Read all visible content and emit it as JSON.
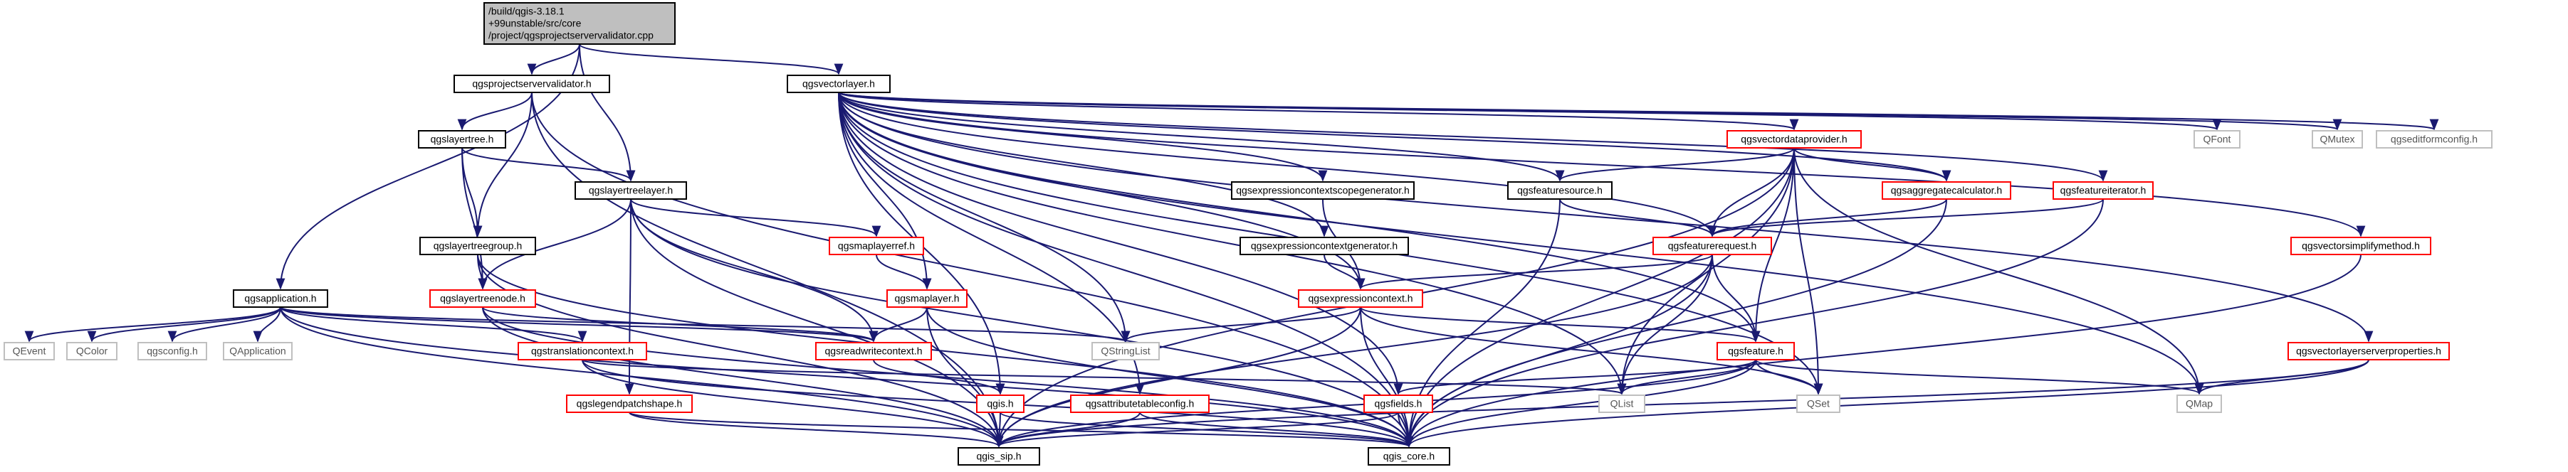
{
  "nodes": [
    {
      "id": "root",
      "lines": [
        "/build/qgis-3.18.1",
        "+99unstable/src/core",
        "/project/qgsprojectservervalidator.cpp"
      ],
      "style": "root"
    },
    {
      "id": "psv",
      "lines": [
        "qgsprojectservervalidator.h"
      ],
      "style": "black"
    },
    {
      "id": "vl",
      "lines": [
        "qgsvectorlayer.h"
      ],
      "style": "black"
    },
    {
      "id": "app",
      "lines": [
        "qgsapplication.h"
      ],
      "style": "black"
    },
    {
      "id": "lt",
      "lines": [
        "qgslayertree.h"
      ],
      "style": "black"
    },
    {
      "id": "ltl",
      "lines": [
        "qgslayertreelayer.h"
      ],
      "style": "black"
    },
    {
      "id": "ltg",
      "lines": [
        "qgslayertreegroup.h"
      ],
      "style": "black"
    },
    {
      "id": "ltn",
      "lines": [
        "qgslayertreenode.h"
      ],
      "style": "red"
    },
    {
      "id": "mlr",
      "lines": [
        "qgsmaplayerref.h"
      ],
      "style": "red"
    },
    {
      "id": "ml",
      "lines": [
        "qgsmaplayer.h"
      ],
      "style": "red"
    },
    {
      "id": "rwc",
      "lines": [
        "qgsreadwritecontext.h"
      ],
      "style": "red"
    },
    {
      "id": "tc",
      "lines": [
        "qgstranslationcontext.h"
      ],
      "style": "red"
    },
    {
      "id": "lps",
      "lines": [
        "qgslegendpatchshape.h"
      ],
      "style": "red"
    },
    {
      "id": "qgish",
      "lines": [
        "qgis.h"
      ],
      "style": "red"
    },
    {
      "id": "atc",
      "lines": [
        "qgsattributetableconfig.h"
      ],
      "style": "red"
    },
    {
      "id": "fields",
      "lines": [
        "qgsfields.h"
      ],
      "style": "red"
    },
    {
      "id": "sip",
      "lines": [
        "qgis_sip.h"
      ],
      "style": "black"
    },
    {
      "id": "core",
      "lines": [
        "qgis_core.h"
      ],
      "style": "black"
    },
    {
      "id": "qevent",
      "lines": [
        "QEvent"
      ],
      "style": "gray"
    },
    {
      "id": "qcolor",
      "lines": [
        "QColor"
      ],
      "style": "gray"
    },
    {
      "id": "qgsconfig",
      "lines": [
        "qgsconfig.h"
      ],
      "style": "gray"
    },
    {
      "id": "qapplication",
      "lines": [
        "QApplication"
      ],
      "style": "gray"
    },
    {
      "id": "qstringlist",
      "lines": [
        "QStringList"
      ],
      "style": "gray"
    },
    {
      "id": "vdp",
      "lines": [
        "qgsvectordataprovider.h"
      ],
      "style": "red"
    },
    {
      "id": "ecsg",
      "lines": [
        "qgsexpressioncontextscopegenerator.h"
      ],
      "style": "black"
    },
    {
      "id": "ecg",
      "lines": [
        "qgsexpressioncontextgenerator.h"
      ],
      "style": "black"
    },
    {
      "id": "fs",
      "lines": [
        "qgsfeaturesource.h"
      ],
      "style": "black"
    },
    {
      "id": "ec",
      "lines": [
        "qgsexpressioncontext.h"
      ],
      "style": "red"
    },
    {
      "id": "fr",
      "lines": [
        "qgsfeaturerequest.h"
      ],
      "style": "red"
    },
    {
      "id": "ac",
      "lines": [
        "qgsaggregatecalculator.h"
      ],
      "style": "red"
    },
    {
      "id": "fi",
      "lines": [
        "qgsfeatureiterator.h"
      ],
      "style": "red"
    },
    {
      "id": "feat",
      "lines": [
        "qgsfeature.h"
      ],
      "style": "red"
    },
    {
      "id": "qlist",
      "lines": [
        "QList"
      ],
      "style": "gray"
    },
    {
      "id": "qset",
      "lines": [
        "QSet"
      ],
      "style": "gray"
    },
    {
      "id": "qmap",
      "lines": [
        "QMap"
      ],
      "style": "gray"
    },
    {
      "id": "qfont",
      "lines": [
        "QFont"
      ],
      "style": "gray"
    },
    {
      "id": "qmutex",
      "lines": [
        "QMutex"
      ],
      "style": "gray"
    },
    {
      "id": "efc",
      "lines": [
        "qgseditformconfig.h"
      ],
      "style": "gray"
    },
    {
      "id": "vsm",
      "lines": [
        "qgsvectorsimplifymethod.h"
      ],
      "style": "red"
    },
    {
      "id": "vlsp",
      "lines": [
        "qgsvectorlayerserverproperties.h"
      ],
      "style": "red"
    }
  ],
  "edges": [
    [
      "root",
      "psv"
    ],
    [
      "root",
      "vl"
    ],
    [
      "root",
      "app"
    ],
    [
      "root",
      "ltl"
    ],
    [
      "psv",
      "lt"
    ],
    [
      "psv",
      "ltg"
    ],
    [
      "psv",
      "sip"
    ],
    [
      "psv",
      "core"
    ],
    [
      "lt",
      "ltl"
    ],
    [
      "lt",
      "ltg"
    ],
    [
      "lt",
      "ltn"
    ],
    [
      "ltl",
      "ltn"
    ],
    [
      "ltl",
      "mlr"
    ],
    [
      "ltl",
      "rwc"
    ],
    [
      "ltl",
      "sip"
    ],
    [
      "ltl",
      "core"
    ],
    [
      "ltl",
      "lps"
    ],
    [
      "ltg",
      "ltn"
    ],
    [
      "ltg",
      "sip"
    ],
    [
      "ltg",
      "core"
    ],
    [
      "ltn",
      "rwc"
    ],
    [
      "ltn",
      "sip"
    ],
    [
      "ltn",
      "core"
    ],
    [
      "mlr",
      "ml"
    ],
    [
      "ml",
      "rwc"
    ],
    [
      "ml",
      "sip"
    ],
    [
      "ml",
      "core"
    ],
    [
      "rwc",
      "qgish"
    ],
    [
      "tc",
      "sip"
    ],
    [
      "tc",
      "core"
    ],
    [
      "tc",
      "qlist"
    ],
    [
      "lps",
      "sip"
    ],
    [
      "lps",
      "core"
    ],
    [
      "qgish",
      "sip"
    ],
    [
      "qgish",
      "core"
    ],
    [
      "atc",
      "sip"
    ],
    [
      "atc",
      "core"
    ],
    [
      "fields",
      "sip"
    ],
    [
      "fields",
      "core"
    ],
    [
      "app",
      "qevent"
    ],
    [
      "app",
      "qcolor"
    ],
    [
      "app",
      "qgsconfig"
    ],
    [
      "app",
      "qapplication"
    ],
    [
      "app",
      "qstringlist"
    ],
    [
      "app",
      "tc"
    ],
    [
      "app",
      "rwc"
    ],
    [
      "app",
      "sip"
    ],
    [
      "app",
      "core"
    ],
    [
      "vl",
      "qgish"
    ],
    [
      "vl",
      "ml"
    ],
    [
      "vl",
      "qstringlist"
    ],
    [
      "vl",
      "atc"
    ],
    [
      "vl",
      "fields"
    ],
    [
      "vl",
      "vdp"
    ],
    [
      "vl",
      "ecsg"
    ],
    [
      "vl",
      "ecg"
    ],
    [
      "vl",
      "fs"
    ],
    [
      "vl",
      "ec"
    ],
    [
      "vl",
      "fr"
    ],
    [
      "vl",
      "ac"
    ],
    [
      "vl",
      "fi"
    ],
    [
      "vl",
      "feat"
    ],
    [
      "vl",
      "qlist"
    ],
    [
      "vl",
      "qset"
    ],
    [
      "vl",
      "qmap"
    ],
    [
      "vl",
      "qfont"
    ],
    [
      "vl",
      "qmutex"
    ],
    [
      "vl",
      "efc"
    ],
    [
      "vl",
      "vsm"
    ],
    [
      "vl",
      "vlsp"
    ],
    [
      "vl",
      "core"
    ],
    [
      "vdp",
      "fs"
    ],
    [
      "vdp",
      "ac"
    ],
    [
      "vdp",
      "fr"
    ],
    [
      "vdp",
      "feat"
    ],
    [
      "vdp",
      "qlist"
    ],
    [
      "vdp",
      "qset"
    ],
    [
      "vdp",
      "qmap"
    ],
    [
      "vdp",
      "sip"
    ],
    [
      "vdp",
      "core"
    ],
    [
      "ecsg",
      "ec"
    ],
    [
      "ecg",
      "ec"
    ],
    [
      "fs",
      "fr"
    ],
    [
      "fs",
      "core"
    ],
    [
      "fi",
      "fr"
    ],
    [
      "fi",
      "core"
    ],
    [
      "ac",
      "fr"
    ],
    [
      "ac",
      "core"
    ],
    [
      "fr",
      "ec"
    ],
    [
      "fr",
      "feat"
    ],
    [
      "fr",
      "qlist"
    ],
    [
      "fr",
      "sip"
    ],
    [
      "fr",
      "core"
    ],
    [
      "ec",
      "feat"
    ],
    [
      "ec",
      "qstringlist"
    ],
    [
      "ec",
      "qset"
    ],
    [
      "ec",
      "sip"
    ],
    [
      "ec",
      "core"
    ],
    [
      "feat",
      "fields"
    ],
    [
      "feat",
      "qlist"
    ],
    [
      "feat",
      "qset"
    ],
    [
      "feat",
      "qmap"
    ],
    [
      "feat",
      "sip"
    ],
    [
      "feat",
      "core"
    ],
    [
      "vsm",
      "core"
    ],
    [
      "vlsp",
      "qmap"
    ],
    [
      "vlsp",
      "sip"
    ],
    [
      "vlsp",
      "core"
    ]
  ],
  "colors": {
    "edge": "#191970",
    "black_border": "#000000",
    "red_border": "#ff0000",
    "gray_border": "#bfbfbf",
    "gray_text": "#555555",
    "root_fill": "#bfbfbf",
    "node_fill": "#ffffff"
  }
}
